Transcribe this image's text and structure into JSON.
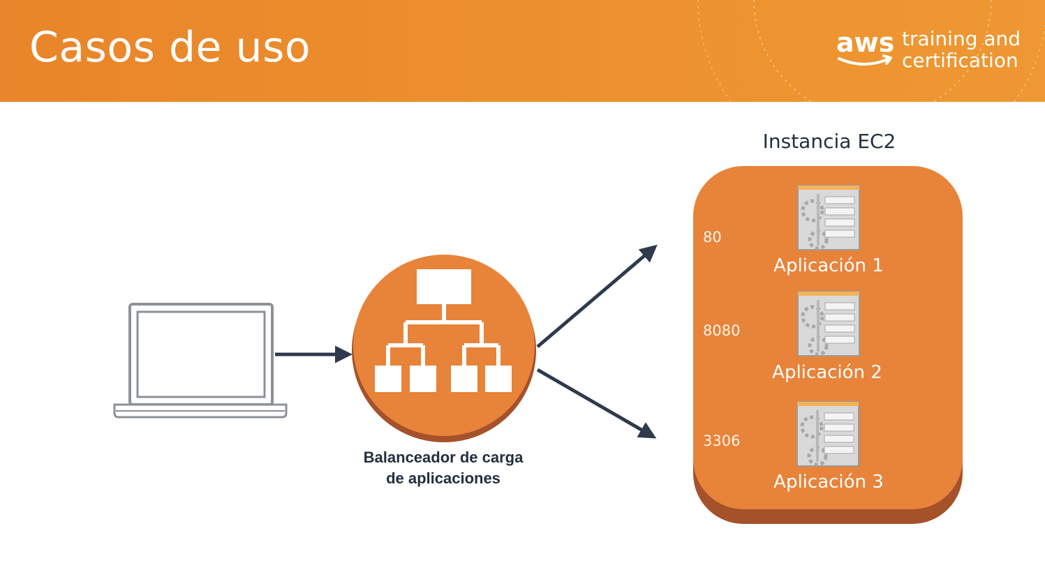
{
  "header": {
    "title": "Casos de uso",
    "brand_logo": "aws",
    "brand_line1": "training and",
    "brand_line2": "certification"
  },
  "diagram": {
    "client_icon": "laptop-icon",
    "load_balancer": {
      "icon": "load-balancer-icon",
      "label_line1": "Balanceador de carga",
      "label_line2": "de aplicaciones"
    },
    "instance": {
      "label": "Instancia EC2",
      "apps": [
        {
          "port": "80",
          "name": "Aplicación 1",
          "icon": "application-icon"
        },
        {
          "port": "8080",
          "name": "Aplicación 2",
          "icon": "application-icon"
        },
        {
          "port": "3306",
          "name": "Aplicación 3",
          "icon": "application-icon"
        }
      ]
    }
  },
  "colors": {
    "header_orange": "#ec8f2e",
    "node_orange": "#e8833a",
    "node_shadow": "#a5522a",
    "arrow": "#2f3a4d",
    "laptop_gray": "#8c9196"
  }
}
